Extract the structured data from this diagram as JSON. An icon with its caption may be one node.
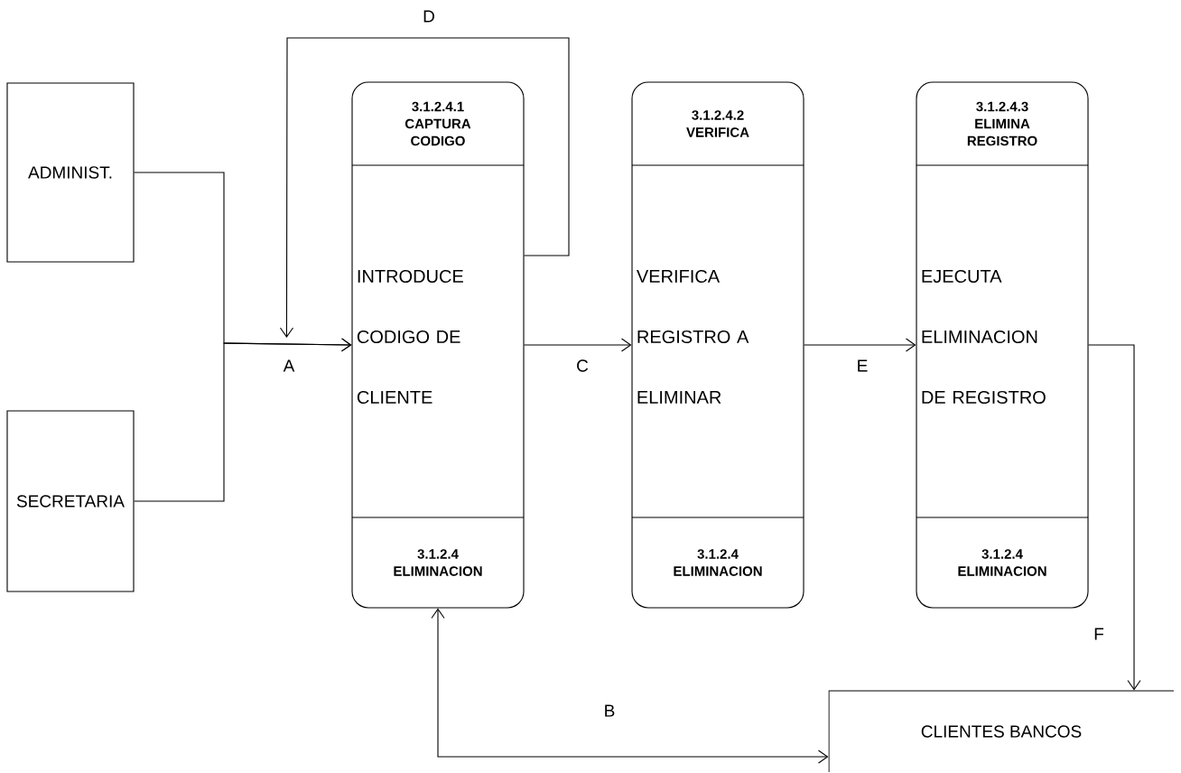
{
  "diagram": {
    "nodes": [
      {
        "text": [
          "ADMINIST."
        ]
      },
      {
        "text": [
          "SECRETARIA"
        ]
      },
      {
        "text": [
          "3.1.2.4.1 CAPTURA CODIGO",
          "INTRODUCE CODIGO DE CLIENTE",
          "3.1.2.4 ELIMINACION"
        ]
      },
      {
        "text": [
          "3.1.2.4.2 VERIFICA",
          "VERIFICA REGISTRO A ELIMINAR",
          "3.1.2.4 ELIMINACION"
        ]
      },
      {
        "text": [
          "3.1.2.4.3 ELIMINA REGISTRO",
          "EJECUTA ELIMINACION DE REGISTRO",
          "3.1.2.4 ELIMINACION"
        ]
      },
      {
        "text": [
          "CLIENTES BANCOS"
        ]
      }
    ],
    "edges": [
      {
        "from": 0,
        "to": 2,
        "arrow": "to",
        "label": "A"
      },
      {
        "from": 1,
        "to": 2,
        "arrow": "to"
      },
      {
        "from": 2,
        "to": 2,
        "arrow": "to",
        "label": "D"
      },
      {
        "from": 2,
        "to": 3,
        "arrow": "to",
        "label": "C"
      },
      {
        "from": 3,
        "to": 4,
        "arrow": "to",
        "label": "E"
      },
      {
        "from": 4,
        "to": 5,
        "arrow": "to",
        "label": "F"
      },
      {
        "from": 2,
        "to": 5,
        "arrow": "both",
        "label": "B"
      }
    ]
  }
}
